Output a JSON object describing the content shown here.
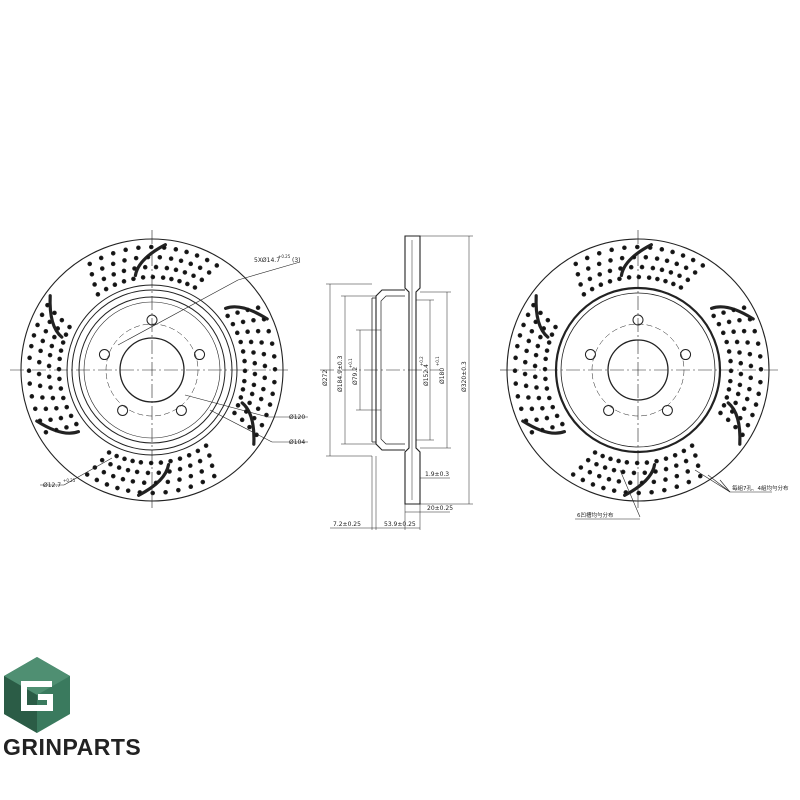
{
  "brand": {
    "name": "GRINPARTS",
    "colors": {
      "logo_green": "#3a7a5e",
      "logo_dark": "#2b5c46",
      "logo_light": "#6fa58a"
    }
  },
  "front_view": {
    "bolt_hole_callout": "5XØ14.7",
    "bolt_hole_tol": "+0.25",
    "bolt_hole_suffix": "(3)",
    "pcd_label": "Ø120",
    "center_label": "Ø104",
    "small_hole_label": "Ø12.7",
    "small_hole_tol": "+0.25"
  },
  "section_view": {
    "dia_272": "Ø272",
    "dia_184": "Ø184.9±0.3",
    "dia_79": "Ø79.2",
    "dia_79_tol": "+0.1",
    "dia_152": "Ø152.4",
    "dia_152_tol": "+0.2",
    "dia_180": "Ø180",
    "dia_180_tol": "+0.1",
    "dia_320": "Ø320±0.3",
    "thickness_small": "1.9±0.3",
    "thickness": "20±0.25",
    "hat_offset": "7.2±0.25",
    "hat_height": "53.9±0.25"
  },
  "back_view": {
    "note_1": "每組7孔、4組均勻分布",
    "note_2": "6凹槽均勻分布"
  }
}
